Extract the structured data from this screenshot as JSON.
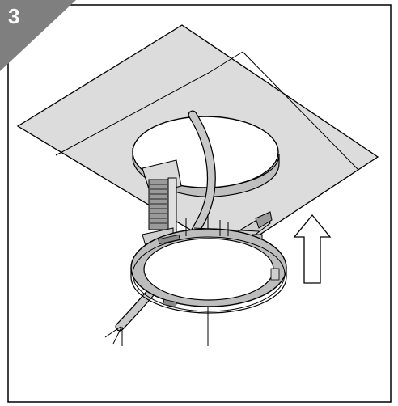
{
  "step": {
    "number": "3",
    "badge_color": "#7f7f7f"
  },
  "colors": {
    "ceiling": "#dcdcdc",
    "hole_fill": "#ffffff",
    "hole_wall": "#bfbfbf",
    "cable": "#c8c8c8",
    "ring": "#bdbdbd",
    "ring_dark": "#8a8a8a",
    "line": "#000000"
  },
  "illustration": {
    "subject": "ceiling-speaker-mounting-ring-insertion",
    "arrow_direction": "up"
  }
}
